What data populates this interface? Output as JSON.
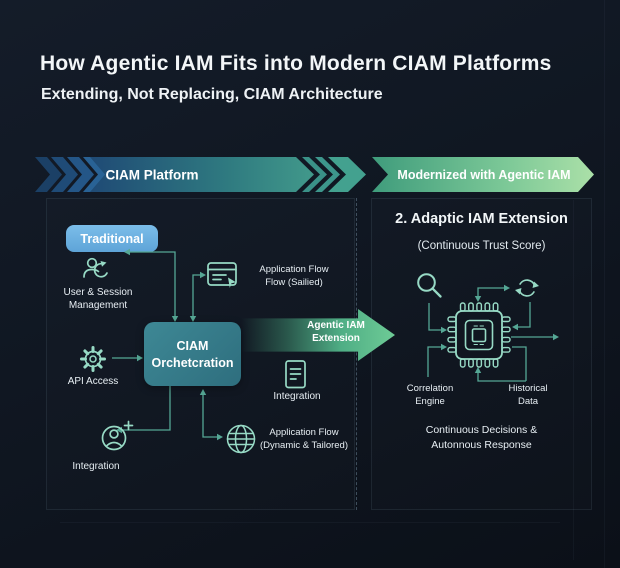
{
  "colors": {
    "background": "#0f1620",
    "banner_blue": "#1f4a75",
    "banner_teal": "#429a8b",
    "banner_green": "#abe0a8",
    "badge_blue": "#6db3e3",
    "ciam_box_teal": "#37808e",
    "extension_green": "#5fc392",
    "diagram_line": "#55a795",
    "icon_mint": "#97dac5"
  },
  "header": {
    "title": "How Agentic IAM Fits into Modern CIAM Platforms",
    "subtitle": "Extending, Not Replacing, CIAM Architecture"
  },
  "banners": {
    "left_label": "CIAM Platform",
    "right_label": "Modernized with Agentic IAM"
  },
  "left_panel": {
    "badge_label": "Traditional",
    "user_session": {
      "icon": "user-sync-icon",
      "line1": "User & Session",
      "line2": "Management"
    },
    "app_flow_top": {
      "icon": "app-window-icon",
      "line1": "Application Flow",
      "line2": "Flow (Sailied)"
    },
    "ciam_box": {
      "line1": "CIAM",
      "line2": "Orchetcration"
    },
    "api_access": {
      "icon": "gear-icon",
      "label": "API Access"
    },
    "integration_left": {
      "icon": "user-plus-icon",
      "label": "Integration"
    },
    "integration_right": {
      "icon": "document-icon",
      "label": "Integration"
    },
    "app_flow_bottom": {
      "icon": "globe-icon",
      "line1": "Application Flow",
      "line2": "(Dynamic & Tailored)"
    }
  },
  "extension_arrow": {
    "line1": "Agentic IAM",
    "line2": "Extension"
  },
  "right_panel": {
    "heading": "2. Adaptic IAM Extension",
    "subheading": "(Continuous Trust Score)",
    "icons": [
      "magnifier-icon",
      "refresh-icon",
      "cpu-chip-icon"
    ],
    "correlation": {
      "line1": "Correlation",
      "line2": "Engine"
    },
    "historical": {
      "line1": "Historical",
      "line2": "Data"
    },
    "footer_line1": "Continuous Decisions &",
    "footer_line2": "Autonnous Response"
  }
}
